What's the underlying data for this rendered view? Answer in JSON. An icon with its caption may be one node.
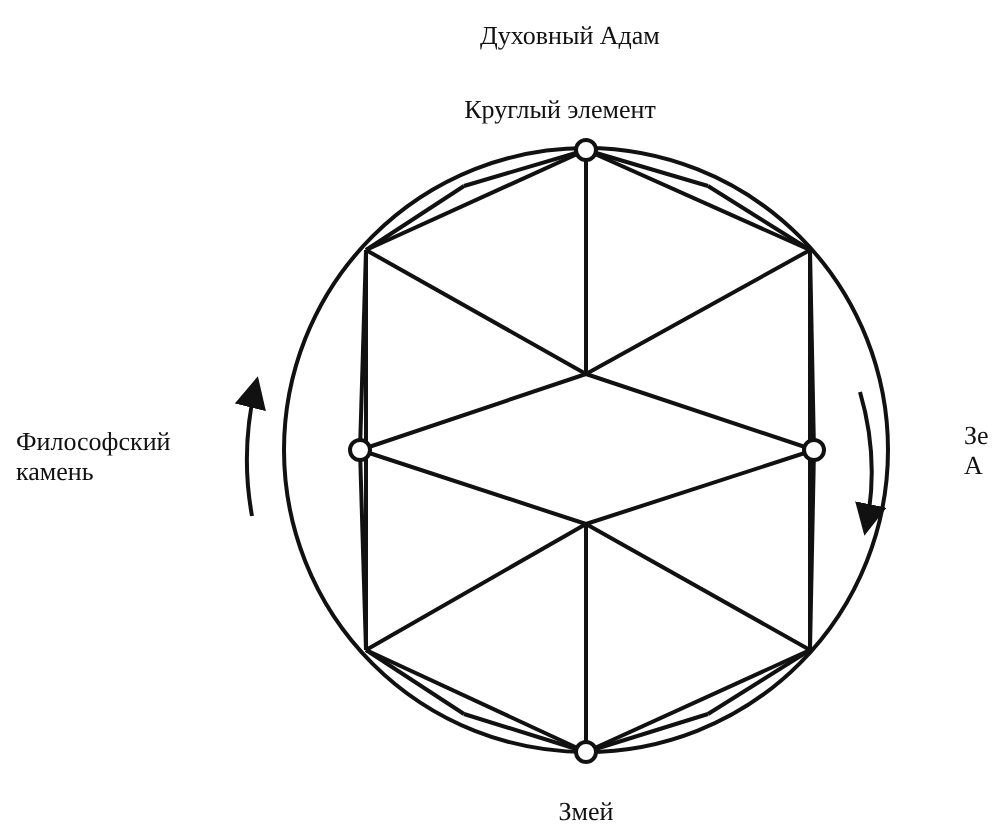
{
  "diagram": {
    "labels": [
      "Духовный Адам",
      "Круглый элемент",
      "Философский камень",
      "Зе А",
      "Змей"
    ]
  }
}
